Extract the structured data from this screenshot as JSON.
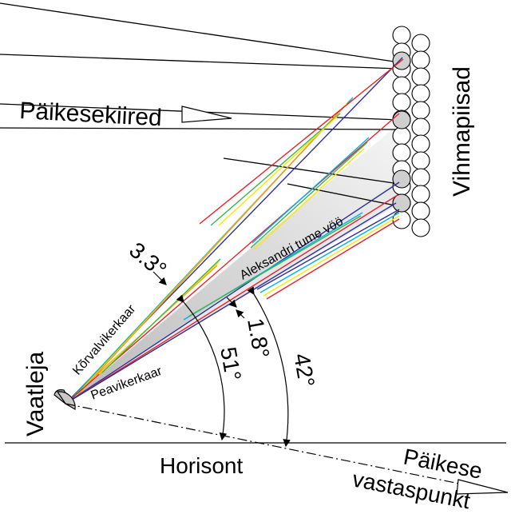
{
  "labels": {
    "sun_rays": "Päikesekiired",
    "raindrops": "Vihmapiisad",
    "observer": "Vaatleja",
    "horizon": "Horisont",
    "antisolar_line1": "Päikese",
    "antisolar_line2": "vastaspunkt",
    "secondary_rainbow": "Kõrvalvikerkaar",
    "primary_rainbow": "Peavikerkaar",
    "dark_band": "Aleksandri tume vöö",
    "angle_secondary_width": "3.3°",
    "angle_primary_width": "1.8°",
    "angle_secondary": "51°",
    "angle_primary": "42°"
  },
  "colors": {
    "red": "#e8202a",
    "orange": "#f7941d",
    "yellow": "#ffe600",
    "green": "#39b54a",
    "cyan": "#00aeef",
    "blue": "#2e3192",
    "shade": "#bdbdbd",
    "line": "#000000"
  }
}
